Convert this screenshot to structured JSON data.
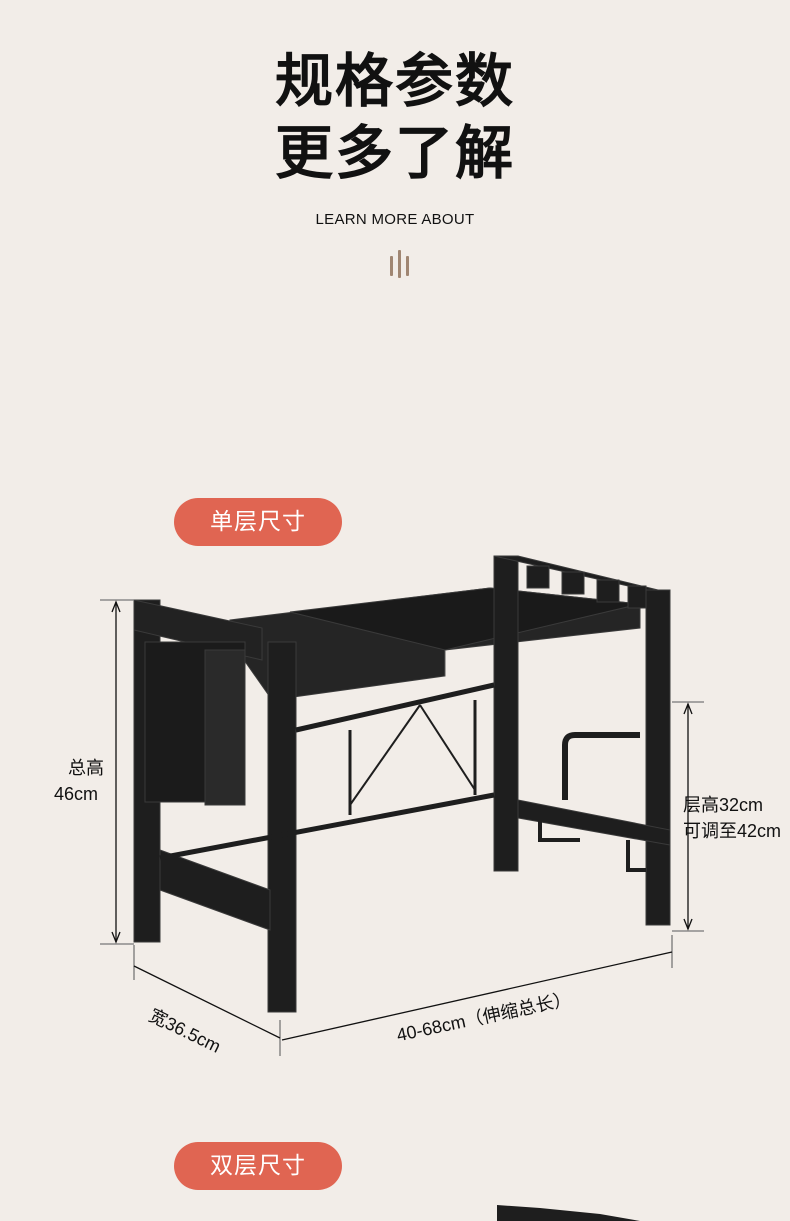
{
  "header": {
    "title_line1": "规格参数",
    "title_line2": "更多了解",
    "subtitle": "LEARN MORE ABOUT",
    "divider_icon": "three-vertical-lines-icon"
  },
  "sections": [
    {
      "badge": "单层尺寸"
    },
    {
      "badge": "双层尺寸"
    }
  ],
  "dimensions": {
    "total_height_label": "总高",
    "total_height_value": "46cm",
    "layer_height": "层高32cm",
    "layer_adjustable": "可调至42cm",
    "width": "宽36.5cm",
    "length": "40-68cm（伸缩总长）"
  },
  "colors": {
    "background": "#f2ede8",
    "badge": "#e06552",
    "divider": "#a08672",
    "rack": "#1e1e1e"
  }
}
